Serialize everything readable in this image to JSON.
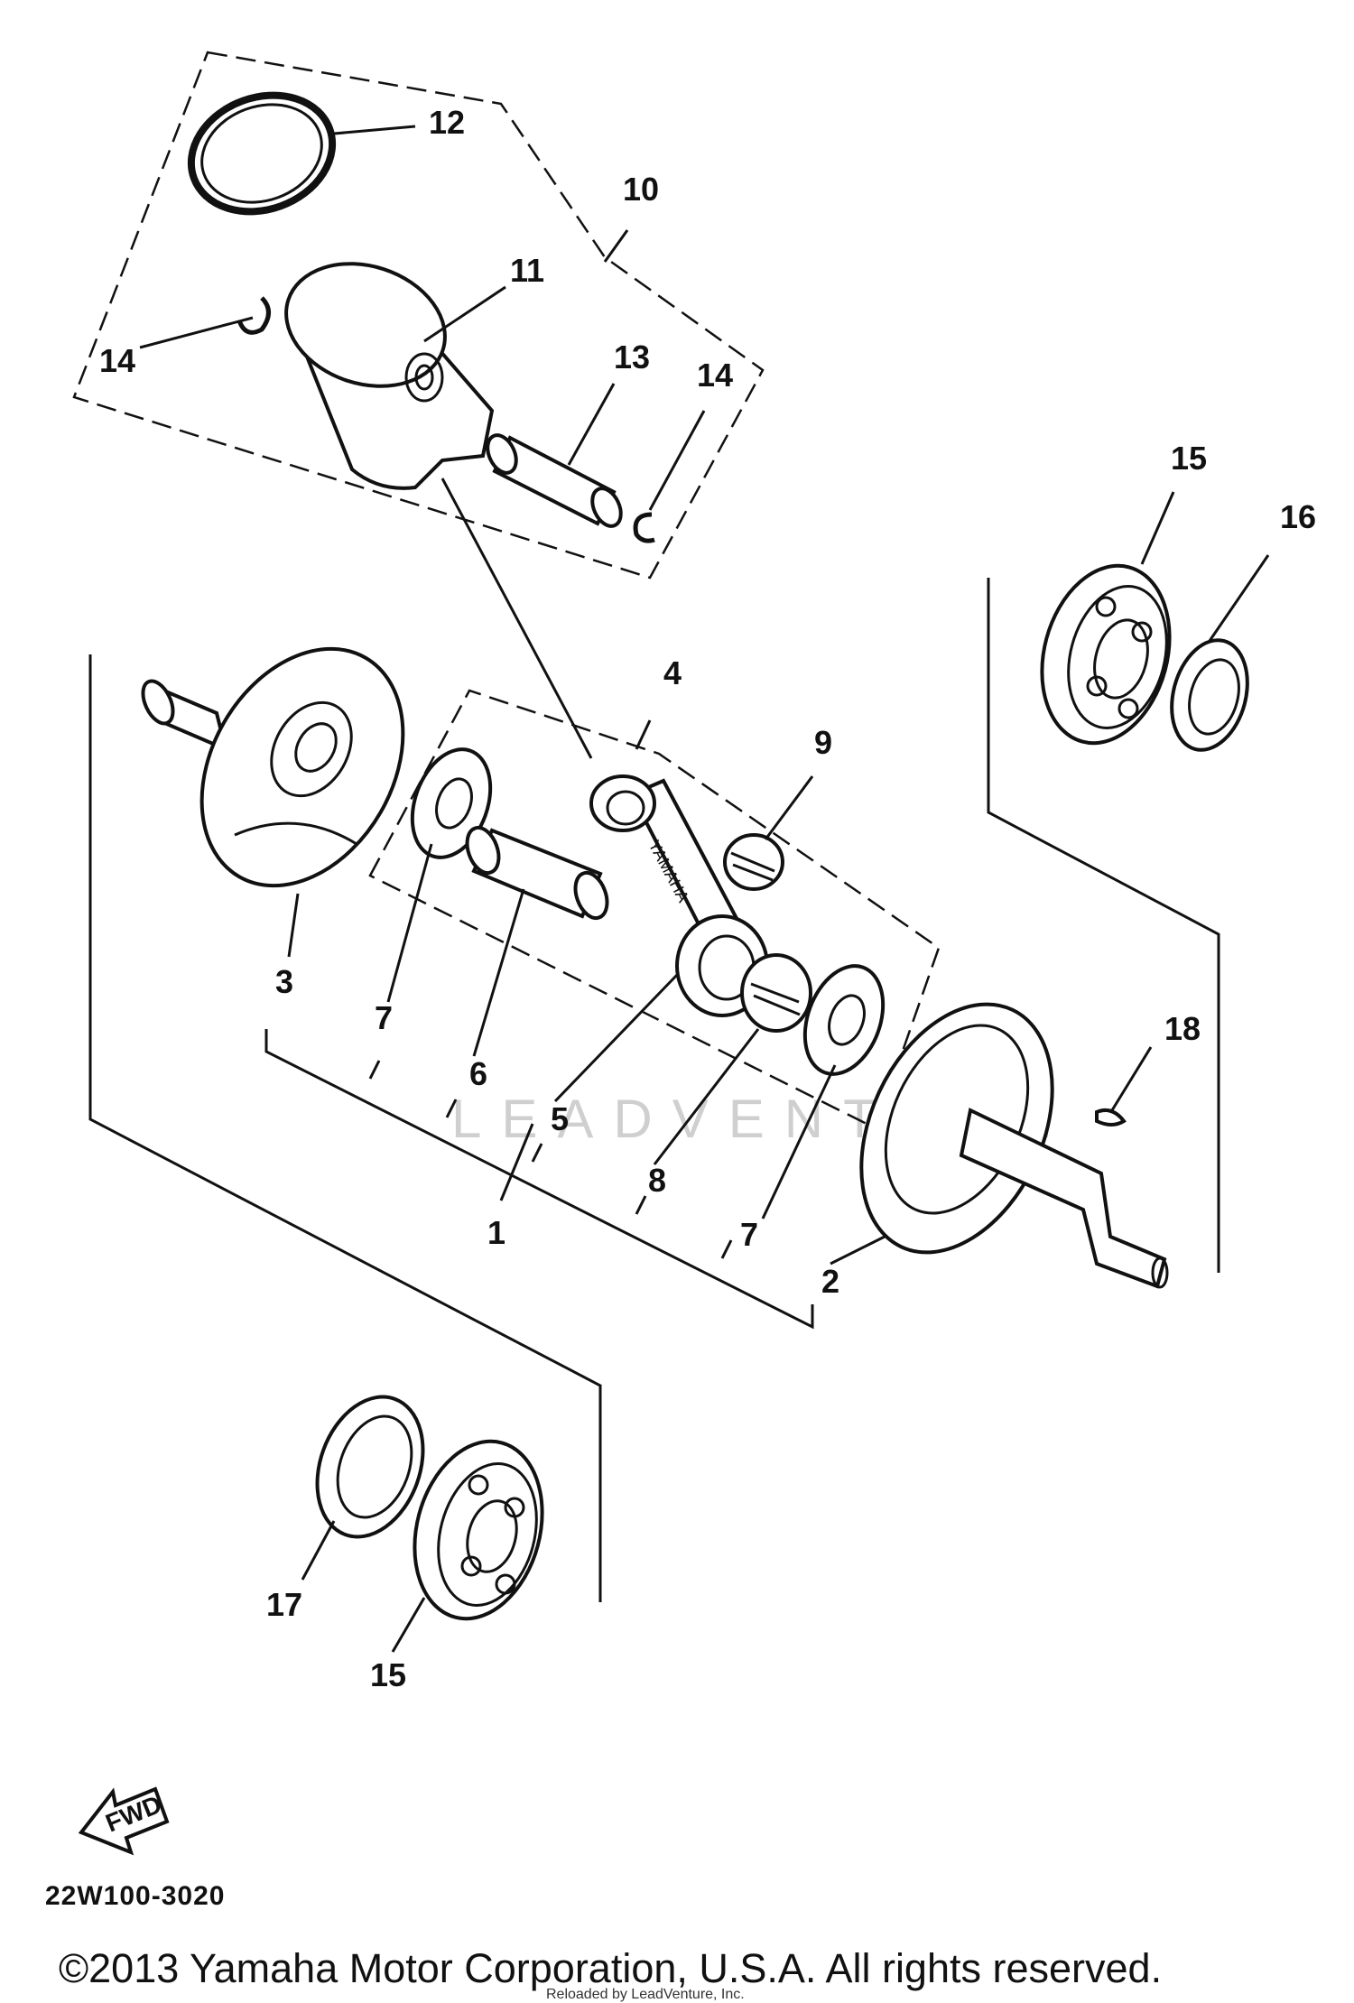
{
  "diagram": {
    "callouts": [
      "1",
      "2",
      "3",
      "4",
      "5",
      "6",
      "7",
      "7",
      "8",
      "9",
      "10",
      "11",
      "12",
      "13",
      "14",
      "14",
      "15",
      "15",
      "16",
      "17",
      "18"
    ],
    "part_code": "22W100-3020",
    "fwd_label": "FWD",
    "conrod_text": "YAMAHA",
    "watermark": "LEADVENTURE",
    "copyright": "©2013 Yamaha Motor Corporation, U.S.A. All rights reserved.",
    "reloaded": "Reloaded by LeadVenture, Inc."
  }
}
